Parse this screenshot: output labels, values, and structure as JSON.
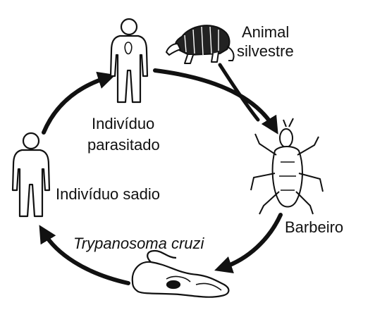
{
  "labels": {
    "animal_line1": "Animal",
    "animal_line2": "silvestre",
    "infected_line1": "Indivíduo",
    "infected_line2": "parasitado",
    "healthy": "Indivíduo sadio",
    "bug": "Barbeiro",
    "parasite": "Trypanosoma cruzi"
  },
  "colors": {
    "ink": "#111111",
    "background": "#ffffff"
  },
  "icons": [
    "infected-person-icon",
    "armadillo-icon",
    "barbeiro-bug-icon",
    "trypanosoma-icon",
    "healthy-person-icon"
  ]
}
